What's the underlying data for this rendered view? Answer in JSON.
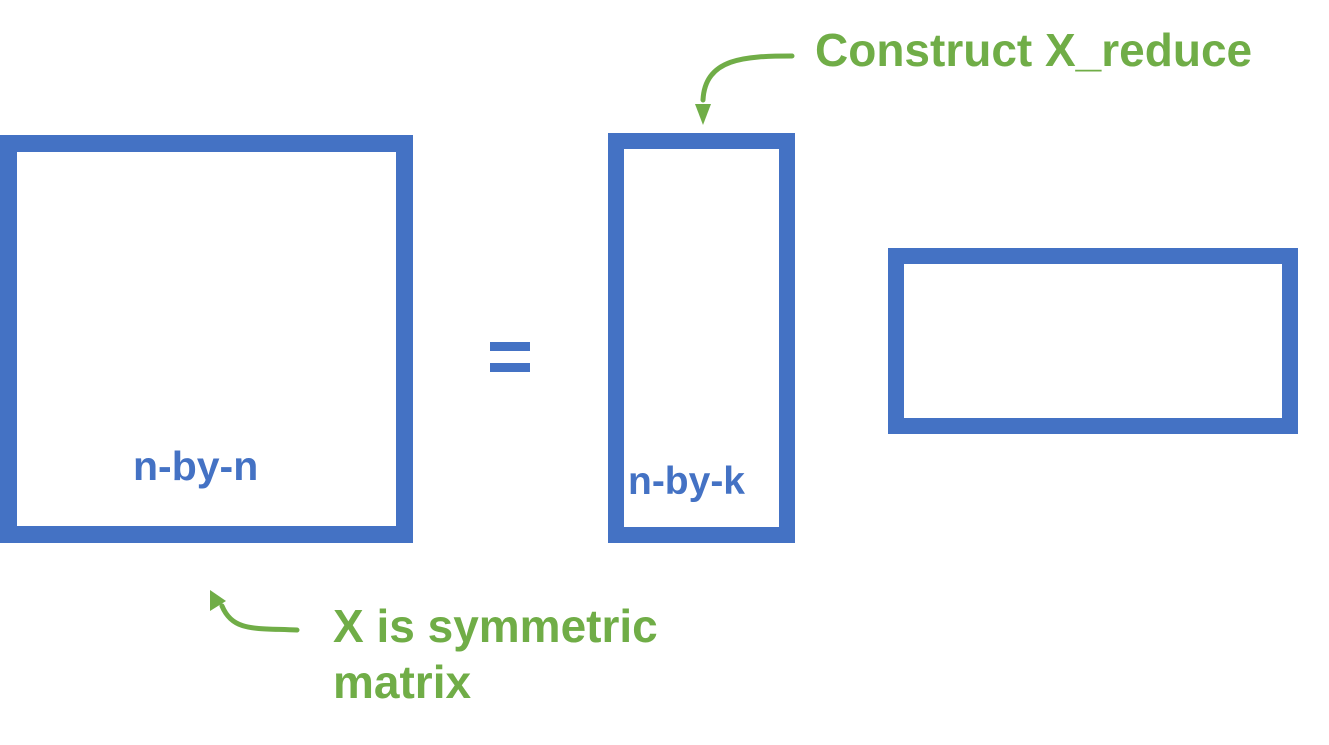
{
  "colors": {
    "matrix_blue": "#4472C4",
    "annotation_green": "#70AD47",
    "background": "#FFFFFF"
  },
  "matrices": {
    "x": {
      "dims_label": "n-by-n"
    },
    "left_factor": {
      "dims_label": "n-by-k"
    },
    "right_factor": {
      "dims_label": ""
    }
  },
  "operator": {
    "symbol": "="
  },
  "annotations": {
    "construct": {
      "text": "Construct X_reduce",
      "arrow_icon": "curved-arrow-icon"
    },
    "symmetric": {
      "line1": "X is symmetric",
      "line2": "matrix",
      "arrow_icon": "curved-arrow-icon"
    }
  }
}
